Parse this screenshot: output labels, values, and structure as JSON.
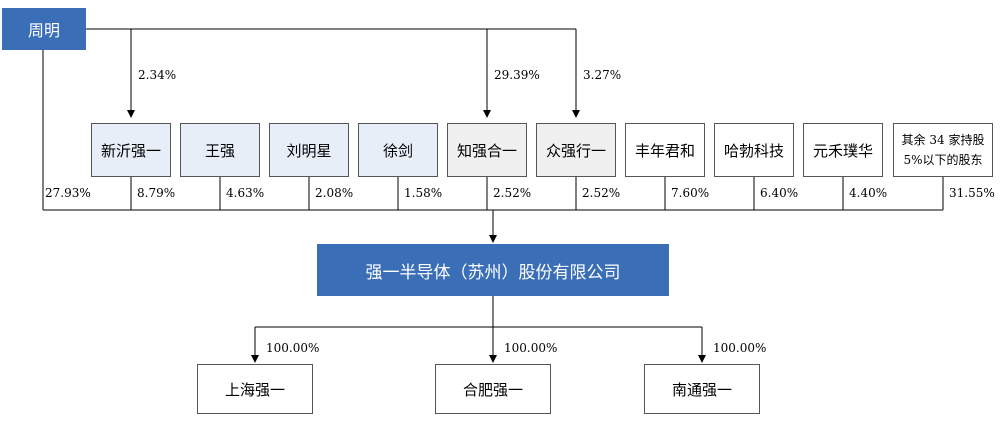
{
  "controller": {
    "name": "周明"
  },
  "company": {
    "name": "强一半导体（苏州）股份有限公司"
  },
  "shareholders": [
    {
      "name": "新沂强一",
      "stake": "8.79%"
    },
    {
      "name": "王强",
      "stake": "4.63%"
    },
    {
      "name": "刘明星",
      "stake": "2.08%"
    },
    {
      "name": "徐剑",
      "stake": "1.58%"
    },
    {
      "name": "知强合一",
      "stake": "2.52%"
    },
    {
      "name": "众强行一",
      "stake": "2.52%"
    },
    {
      "name": "丰年君和",
      "stake": "7.60%"
    },
    {
      "name": "哈勃科技",
      "stake": "6.40%"
    },
    {
      "name": "元禾璞华",
      "stake": "4.40%"
    },
    {
      "name": "其余 34 家持股 5%以下的股东",
      "line1": "其余 34 家持股",
      "line2": "5%以下的股东",
      "stake": "31.55%"
    }
  ],
  "controller_direct_stake": "27.93%",
  "controller_indirect": [
    {
      "to": "新沂强一",
      "stake": "2.34%"
    },
    {
      "to": "知强合一",
      "stake": "29.39%"
    },
    {
      "to": "众强行一",
      "stake": "3.27%"
    }
  ],
  "subsidiaries": [
    {
      "name": "上海强一",
      "stake": "100.00%"
    },
    {
      "name": "合肥强一",
      "stake": "100.00%"
    },
    {
      "name": "南通强一",
      "stake": "100.00%"
    }
  ]
}
